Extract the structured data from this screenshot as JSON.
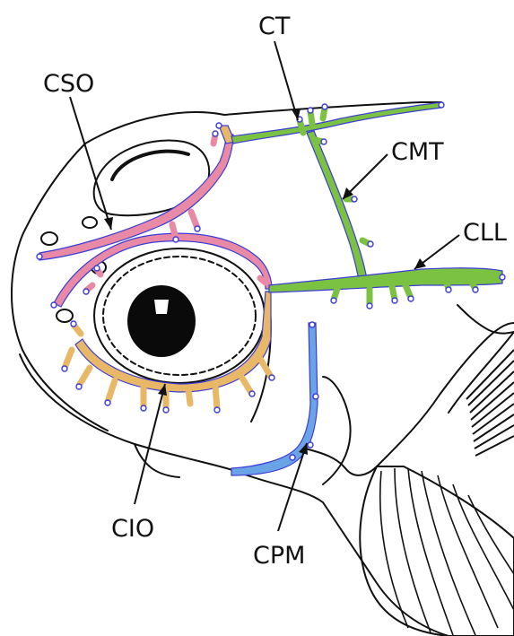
{
  "labels": {
    "ct": "CT",
    "cso": "CSO",
    "cmt": "CMT",
    "cll": "CLL",
    "cio": "CIO",
    "cpm": "CPM"
  },
  "colors": {
    "ct": "#e8b866",
    "cso": "#e88aa6",
    "cmt": "#7cc242",
    "cll": "#7cc242",
    "cio": "#e8b866",
    "cpm": "#6aa3e6",
    "canal_edge": "#3b3bd6",
    "line_art": "#111111"
  }
}
